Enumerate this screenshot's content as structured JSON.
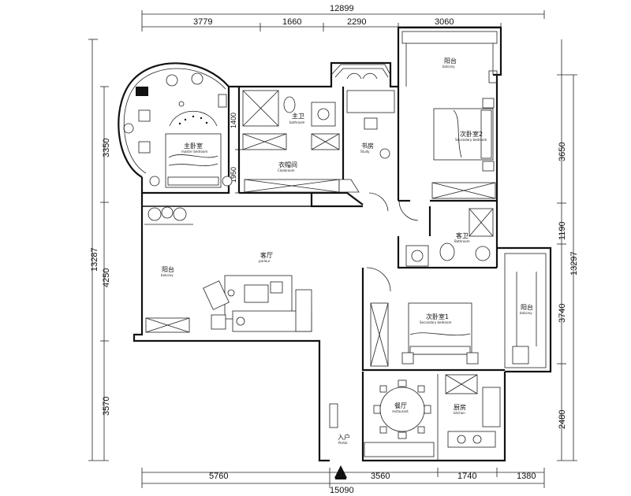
{
  "dimensions": {
    "top_total": "12899",
    "top": [
      "3779",
      "1660",
      "2290",
      "3060"
    ],
    "bottom_total": "15090",
    "bottom": [
      "5760",
      "3560",
      "1740",
      "1380"
    ],
    "left_total": "13287",
    "left": [
      "3350",
      "4250",
      "3570"
    ],
    "left_inner": [
      "1400",
      "1950"
    ],
    "right_total": "13297",
    "right": [
      "3650",
      "1190",
      "3740",
      "2480"
    ]
  },
  "rooms": {
    "master_bedroom": {
      "zh": "主卧室",
      "en": "master bedroom"
    },
    "master_bath": {
      "zh": "主卫",
      "en": "bathroom"
    },
    "cloakroom": {
      "zh": "衣帽间",
      "en": "Cloakroom"
    },
    "study": {
      "zh": "书房",
      "en": "Study"
    },
    "balcony_top": {
      "zh": "阳台",
      "en": "balcony"
    },
    "second_bedroom_2": {
      "zh": "次卧室2",
      "en": "Secondary bedroom"
    },
    "guest_bath": {
      "zh": "客卫",
      "en": "Bathroom"
    },
    "parlour": {
      "zh": "客厅",
      "en": "parlour"
    },
    "balcony_left": {
      "zh": "阳台",
      "en": "balcony"
    },
    "second_bedroom_1": {
      "zh": "次卧室1",
      "en": "Secondary bedroom"
    },
    "balcony_right": {
      "zh": "阳台",
      "en": "balcony"
    },
    "restaurant": {
      "zh": "餐厅",
      "en": "restaurant"
    },
    "kitchen": {
      "zh": "厨房",
      "en": "kitchen"
    },
    "entrance": {
      "zh": "入户",
      "en": "Portal"
    }
  }
}
